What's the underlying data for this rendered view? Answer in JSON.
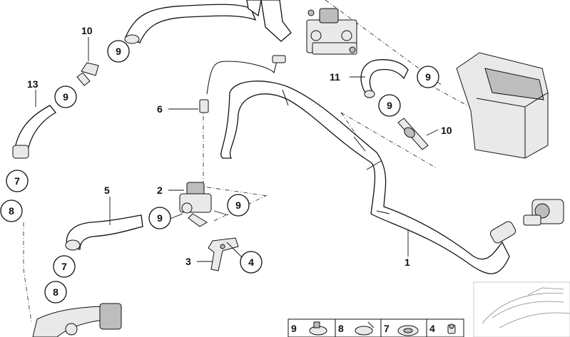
{
  "part_labels": {
    "p1": "1",
    "p2": "2",
    "p3": "3",
    "p5": "5",
    "p6": "6",
    "p10a": "10",
    "p10b": "10",
    "p11": "11",
    "p13": "13"
  },
  "callouts": {
    "c9a": "9",
    "c9b": "9",
    "c9c": "9",
    "c9d": "9",
    "c9e": "9",
    "c9f": "9",
    "c7a": "7",
    "c7b": "7",
    "c8a": "8",
    "c8b": "8",
    "c4": "4"
  },
  "legend": [
    "9",
    "8",
    "7",
    "4"
  ]
}
